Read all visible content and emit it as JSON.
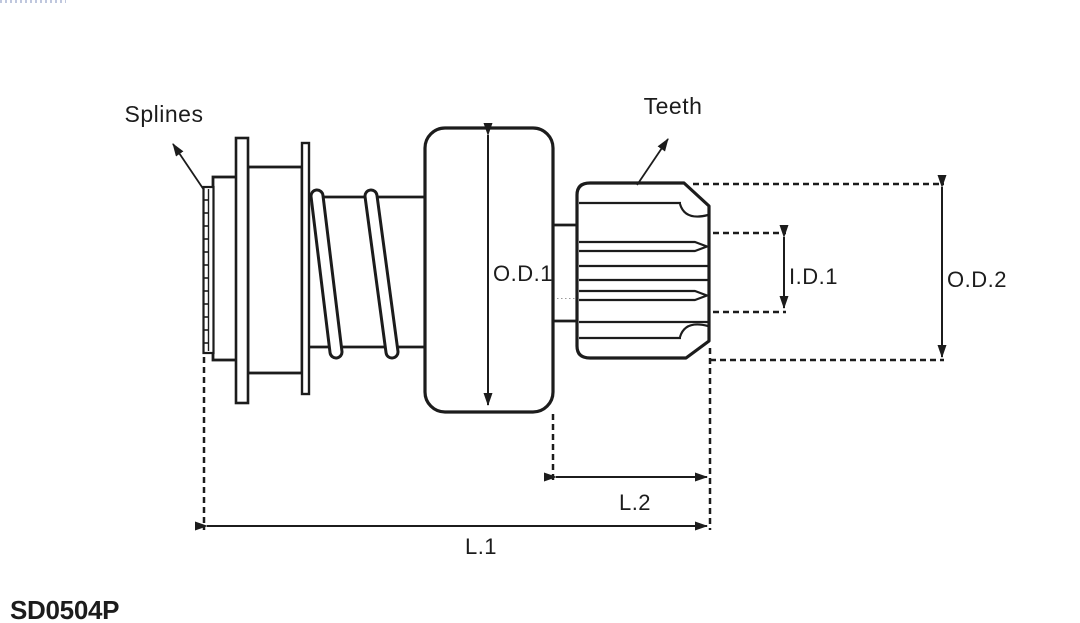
{
  "part_number": {
    "text": "SD0504P",
    "color": "#c2282e"
  },
  "labels": {
    "splines": "Splines",
    "teeth": "Teeth",
    "outer_diameter_1": "O.D.1",
    "inner_diameter_1": "I.D.1",
    "outer_diameter_2": "O.D.2",
    "length_1": "L.1",
    "length_2": "L.2"
  },
  "colors": {
    "line": "#1c1c1c",
    "background": "#ffffff",
    "part_number_red": "#c2282e"
  }
}
